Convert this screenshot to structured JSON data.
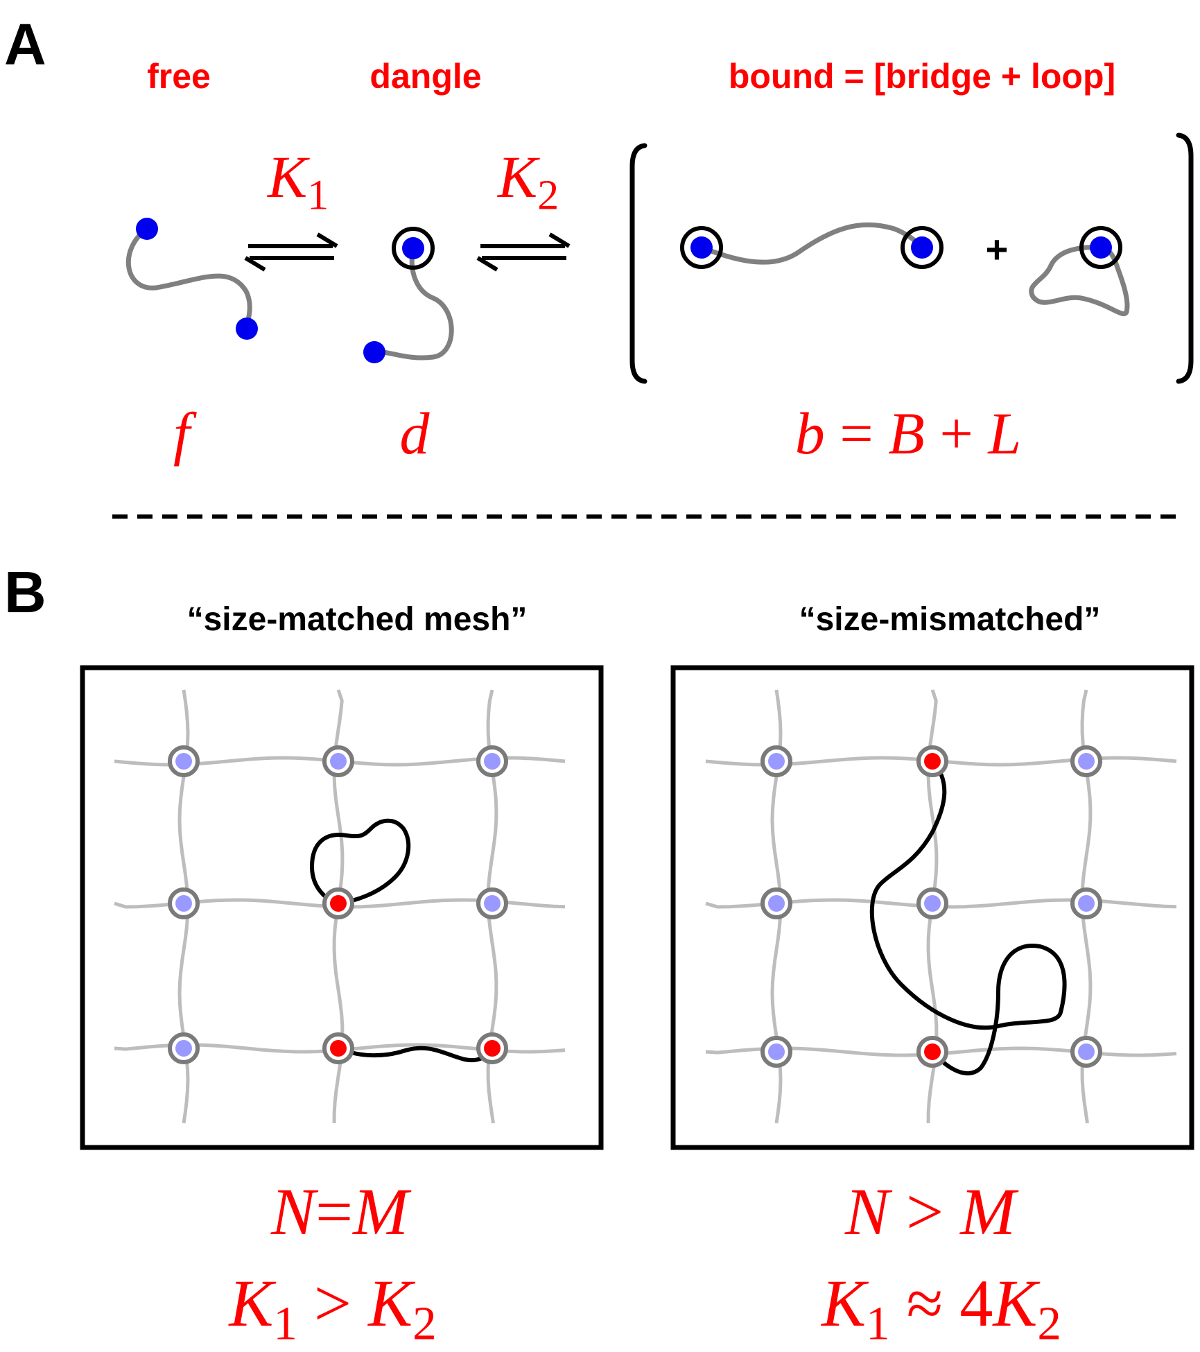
{
  "panel_a": {
    "letter": "A",
    "labels": {
      "free": "free",
      "dangle": "dangle",
      "bound": "bound = [bridge + loop]"
    },
    "k1": {
      "sym": "K",
      "sub": "1"
    },
    "k2": {
      "sym": "K",
      "sub": "2"
    },
    "plus": "+",
    "symbols": {
      "f": "f",
      "d": "d",
      "b": "b",
      "eq": "=",
      "B": "B",
      "plus": "+",
      "L": "L"
    }
  },
  "panel_b": {
    "letter": "B",
    "left": {
      "title": "“size-matched mesh”",
      "eq1": {
        "a": "N",
        "op": "=",
        "b": "M"
      },
      "eq2": {
        "a": "K",
        "asub": "1",
        "op": ">",
        "b": "K",
        "bsub": "2"
      }
    },
    "right": {
      "title": "“size-mismatched”",
      "eq1": {
        "a": "N",
        "op": ">",
        "b": "M"
      },
      "eq2": {
        "a": "K",
        "asub": "1",
        "op": "≈",
        "coef": "4",
        "b": "K",
        "bsub": "2"
      }
    }
  },
  "colors": {
    "label_red": "#ff0000",
    "sticker_blue": "#0000ee",
    "mesh_sticker": "#9999ff",
    "chain_gray": "#808080",
    "mesh_gray": "#bdbdbd",
    "probe_black": "#000000",
    "probe_sticker": "#ff0000"
  }
}
